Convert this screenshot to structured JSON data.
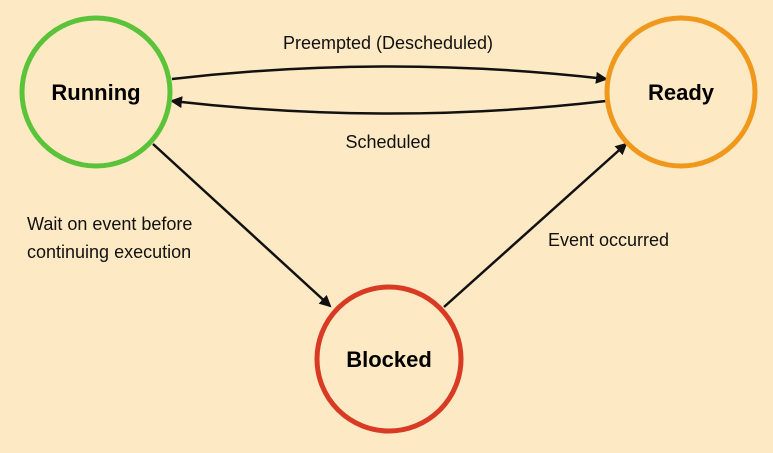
{
  "background_color": "#fde9c3",
  "states": {
    "running": {
      "label": "Running",
      "color": "#5ac33a"
    },
    "ready": {
      "label": "Ready",
      "color": "#f0981b"
    },
    "blocked": {
      "label": "Blocked",
      "color": "#d83a24"
    }
  },
  "transitions": {
    "preempted": {
      "label": "Preempted (Descheduled)"
    },
    "scheduled": {
      "label": "Scheduled"
    },
    "wait": {
      "label_line1": "Wait on event before",
      "label_line2": "continuing execution"
    },
    "event_occurred": {
      "label": "Event occurred"
    }
  },
  "edge_color": "#111111"
}
